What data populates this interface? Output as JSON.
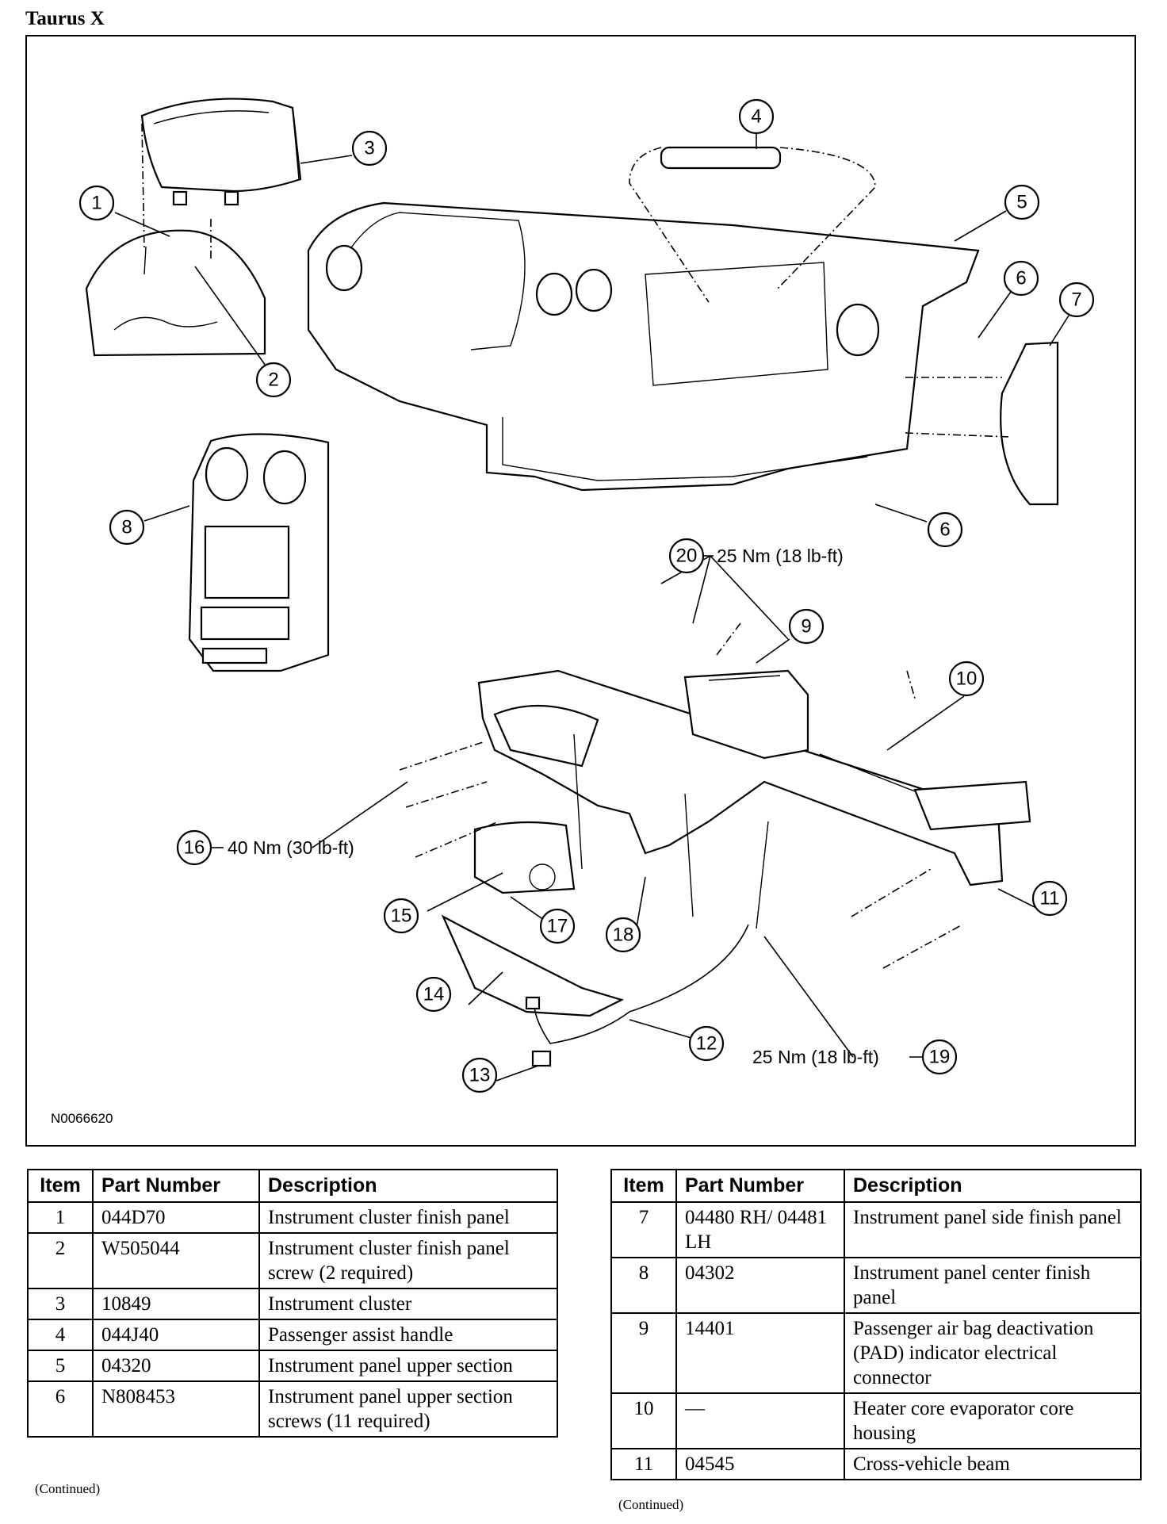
{
  "header": {
    "title": "Taurus X"
  },
  "figure": {
    "id": "N0066620",
    "callouts": [
      "1",
      "2",
      "3",
      "4",
      "5",
      "6",
      "6",
      "7",
      "8",
      "9",
      "10",
      "11",
      "12",
      "13",
      "14",
      "15",
      "16",
      "17",
      "18",
      "19",
      "20"
    ],
    "torque": {
      "item20": "25 Nm (18 lb-ft)",
      "item16": "40 Nm (30 lb-ft)",
      "item19": "25 Nm (18 lb-ft)"
    }
  },
  "tables": {
    "headers": {
      "item": "Item",
      "part_number": "Part Number",
      "description": "Description"
    },
    "left": {
      "rows": [
        {
          "item": "1",
          "part_number": "044D70",
          "description": "Instrument cluster finish panel"
        },
        {
          "item": "2",
          "part_number": "W505044",
          "description": "Instrument cluster finish panel screw (2 required)"
        },
        {
          "item": "3",
          "part_number": "10849",
          "description": "Instrument cluster"
        },
        {
          "item": "4",
          "part_number": "044J40",
          "description": "Passenger assist handle"
        },
        {
          "item": "5",
          "part_number": "04320",
          "description": "Instrument panel upper section"
        },
        {
          "item": "6",
          "part_number": "N808453",
          "description": "Instrument panel upper section screws (11 required)"
        }
      ],
      "continued": "(Continued)"
    },
    "right": {
      "rows": [
        {
          "item": "7",
          "part_number": "04480 RH/ 04481 LH",
          "description": "Instrument panel side finish panel"
        },
        {
          "item": "8",
          "part_number": "04302",
          "description": "Instrument panel center finish panel"
        },
        {
          "item": "9",
          "part_number": "14401",
          "description": "Passenger air bag deactivation (PAD) indicator electrical connector"
        },
        {
          "item": "10",
          "part_number": "—",
          "description": "Heater core evaporator core housing"
        },
        {
          "item": "11",
          "part_number": "04545",
          "description": "Cross-vehicle beam"
        }
      ],
      "continued": "(Continued)"
    }
  }
}
